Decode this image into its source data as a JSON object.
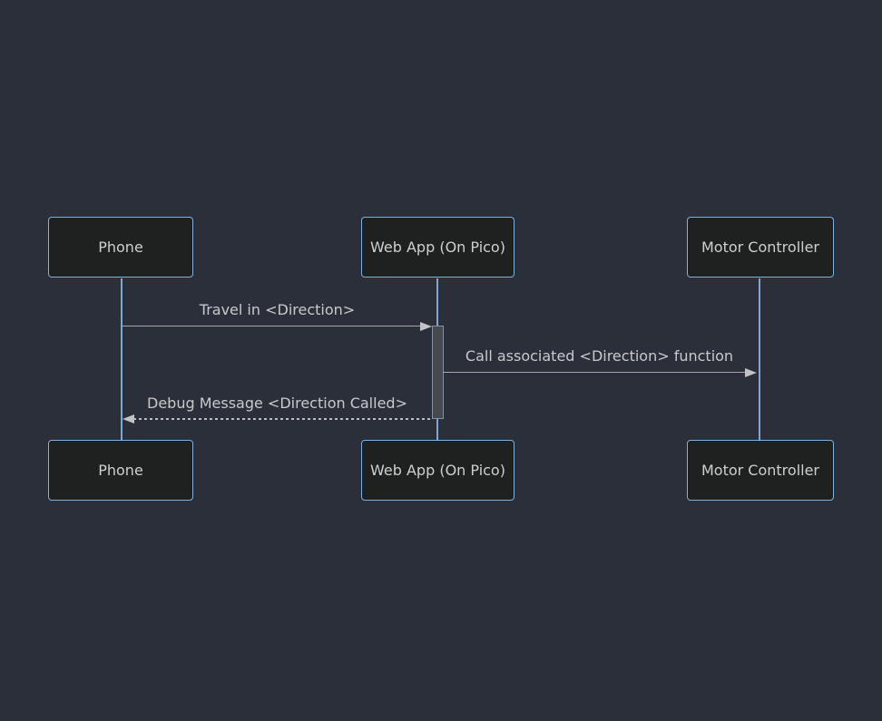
{
  "diagram": {
    "type": "sequence-diagram",
    "actors": [
      {
        "id": "phone",
        "label": "Phone"
      },
      {
        "id": "webapp",
        "label": "Web App (On Pico)"
      },
      {
        "id": "motor",
        "label": "Motor Controller"
      }
    ],
    "messages": [
      {
        "from": "phone",
        "to": "webapp",
        "text": "Travel in <Direction>",
        "line_style": "solid",
        "arrow_direction": "right"
      },
      {
        "from": "webapp",
        "to": "motor",
        "text": "Call associated <Direction> function",
        "line_style": "solid",
        "arrow_direction": "right"
      },
      {
        "from": "webapp",
        "to": "phone",
        "text": "Debug Message <Direction Called>",
        "line_style": "dashed",
        "arrow_direction": "left"
      }
    ],
    "activation": {
      "actor": "webapp",
      "spans_messages": "1-3"
    },
    "colors": {
      "background": "#2a2f3a",
      "actor_fill": "#1f2020",
      "actor_border": "#81b1db",
      "actor_text": "#cfcfcf",
      "lifeline": "#7ea7d8",
      "signal_line": "#a8a8a8",
      "signal_text": "#c9c9c9",
      "arrowhead": "#c3c3c3",
      "activation_fill": "#47494c",
      "activation_border": "#7f93a8"
    }
  }
}
